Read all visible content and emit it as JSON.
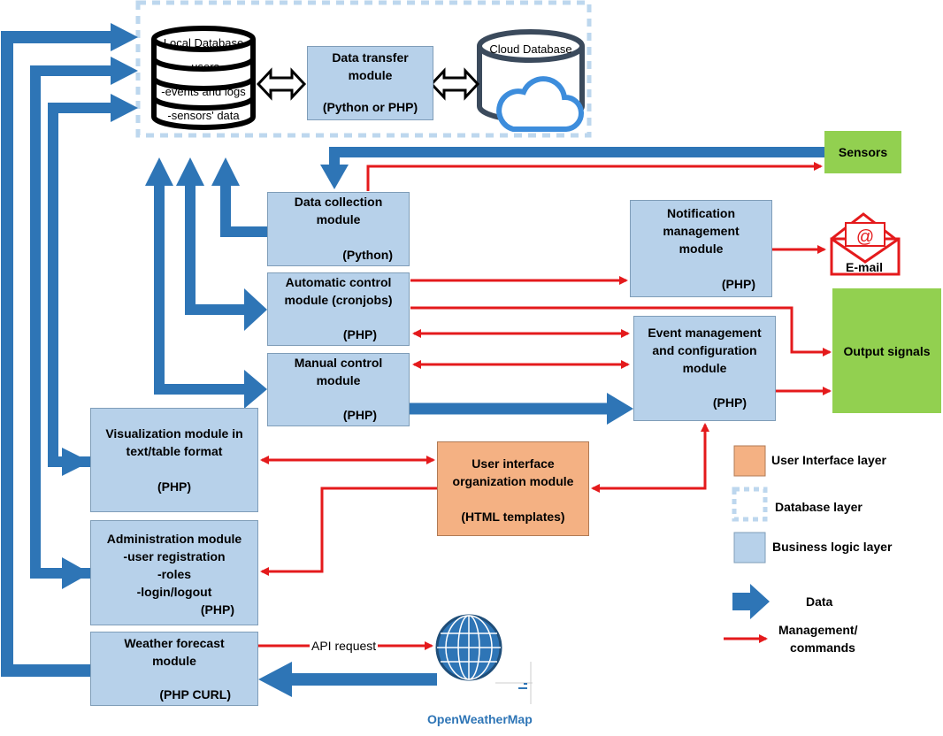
{
  "database": {
    "local_title": "Local Database",
    "local_lines": [
      "-users",
      "-events and logs",
      "-sensors' data"
    ],
    "cloud_title": "Cloud Database"
  },
  "modules": {
    "data_transfer": {
      "title": [
        "Data transfer",
        "module"
      ],
      "tech": "(Python or PHP)"
    },
    "data_collection": {
      "title": [
        "Data collection",
        "module"
      ],
      "tech": "(Python)"
    },
    "notification": {
      "title": [
        "Notification",
        "management",
        "module"
      ],
      "tech": "(PHP)"
    },
    "automatic_control": {
      "title": [
        "Automatic control",
        "module (cronjobs)"
      ],
      "tech": "(PHP)"
    },
    "manual_control": {
      "title": [
        "Manual control",
        "module"
      ],
      "tech": "(PHP)"
    },
    "event_management": {
      "title": [
        "Event management",
        "and configuration",
        "module"
      ],
      "tech": "(PHP)"
    },
    "visualization": {
      "title": [
        "Visualization module in",
        "text/table format"
      ],
      "tech": "(PHP)"
    },
    "ui_organization": {
      "title": [
        "User interface",
        "organization module"
      ],
      "tech": "(HTML templates)"
    },
    "administration": {
      "title": [
        "Administration module",
        "-user registration",
        "-roles",
        "-login/logout"
      ],
      "tech": "(PHP)"
    },
    "weather": {
      "title": [
        "Weather forecast",
        "module"
      ],
      "tech": "(PHP CURL)"
    }
  },
  "externals": {
    "sensors": "Sensors",
    "output_signals": "Output signals",
    "email": "E-mail",
    "openweathermap": "OpenWeatherMap",
    "api_request": "API request"
  },
  "legend": {
    "ui_layer": "User Interface layer",
    "db_layer": "Database layer",
    "logic_layer": "Business logic layer",
    "data": "Data",
    "management": [
      "Management/",
      "commands"
    ]
  },
  "colors": {
    "data_arrow": "#2e75b6",
    "command_arrow": "#e41a1c",
    "logic_box": "#b7d1ea",
    "ui_box": "#f4b183",
    "external": "#92d050",
    "db_dash": "#bdd7ee"
  }
}
